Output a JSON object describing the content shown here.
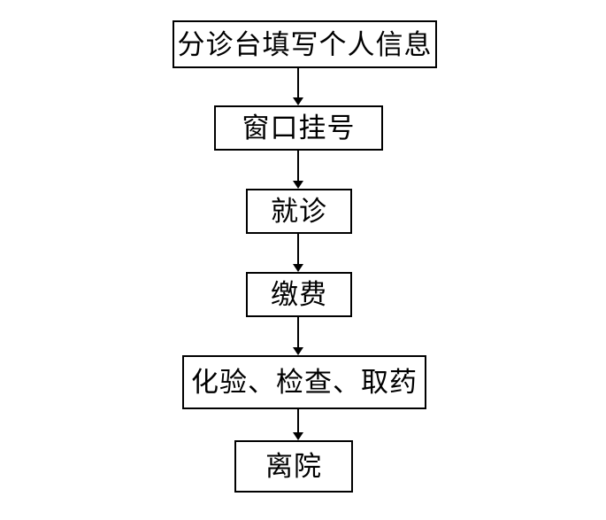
{
  "flowchart": {
    "type": "flowchart",
    "direction": "top-down",
    "colors": {
      "background": "#ffffff",
      "box_border": "#000000",
      "text": "#000000",
      "arrow": "#000000"
    },
    "steps": [
      {
        "label": "分诊台填写个人信息"
      },
      {
        "label": "窗口挂号"
      },
      {
        "label": "就诊"
      },
      {
        "label": "缴费"
      },
      {
        "label": "化验、检查、取药"
      },
      {
        "label": "离院"
      }
    ],
    "connections": [
      {
        "from": 0,
        "to": 1
      },
      {
        "from": 1,
        "to": 2
      },
      {
        "from": 2,
        "to": 3
      },
      {
        "from": 3,
        "to": 4
      },
      {
        "from": 4,
        "to": 5
      }
    ]
  }
}
